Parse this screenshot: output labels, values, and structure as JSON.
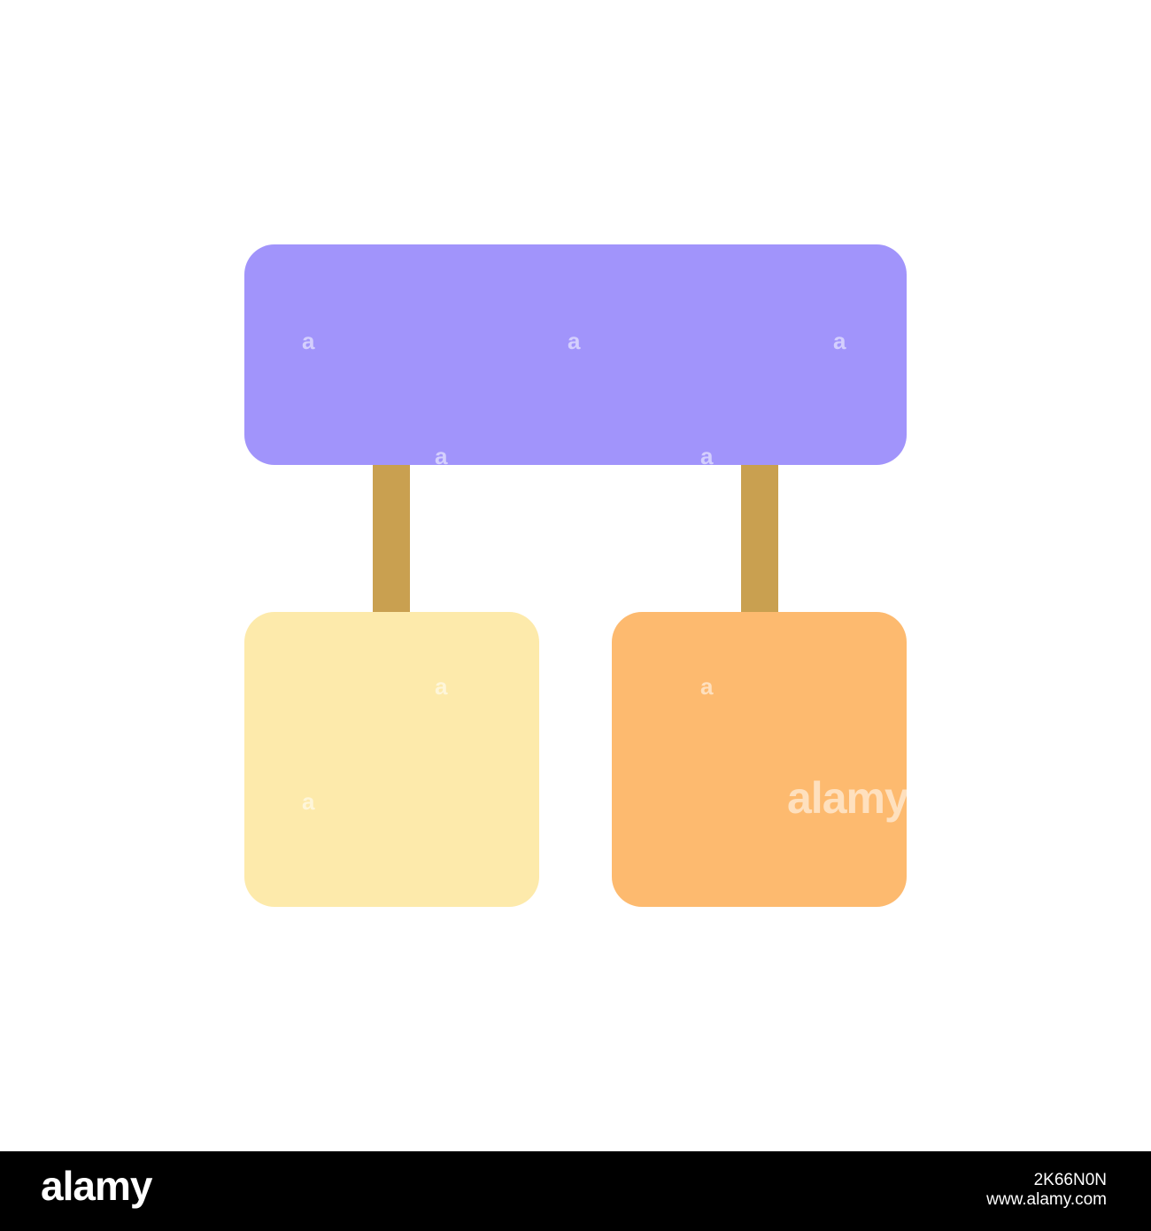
{
  "diagram": {
    "nodes": [
      {
        "id": "top",
        "label": "",
        "color": "#a194fb"
      },
      {
        "id": "left",
        "label": "",
        "color": "#fdeaab"
      },
      {
        "id": "right",
        "label": "",
        "color": "#fdba6f"
      }
    ],
    "edges": [
      {
        "from": "top",
        "to": "left",
        "color": "#c9a050"
      },
      {
        "from": "top",
        "to": "right",
        "color": "#c9a050"
      }
    ]
  },
  "watermark": {
    "brand": "alamy",
    "mark": "a"
  },
  "footer": {
    "logo": "alamy",
    "image_id": "2K66N0N",
    "site": "www.alamy.com"
  }
}
